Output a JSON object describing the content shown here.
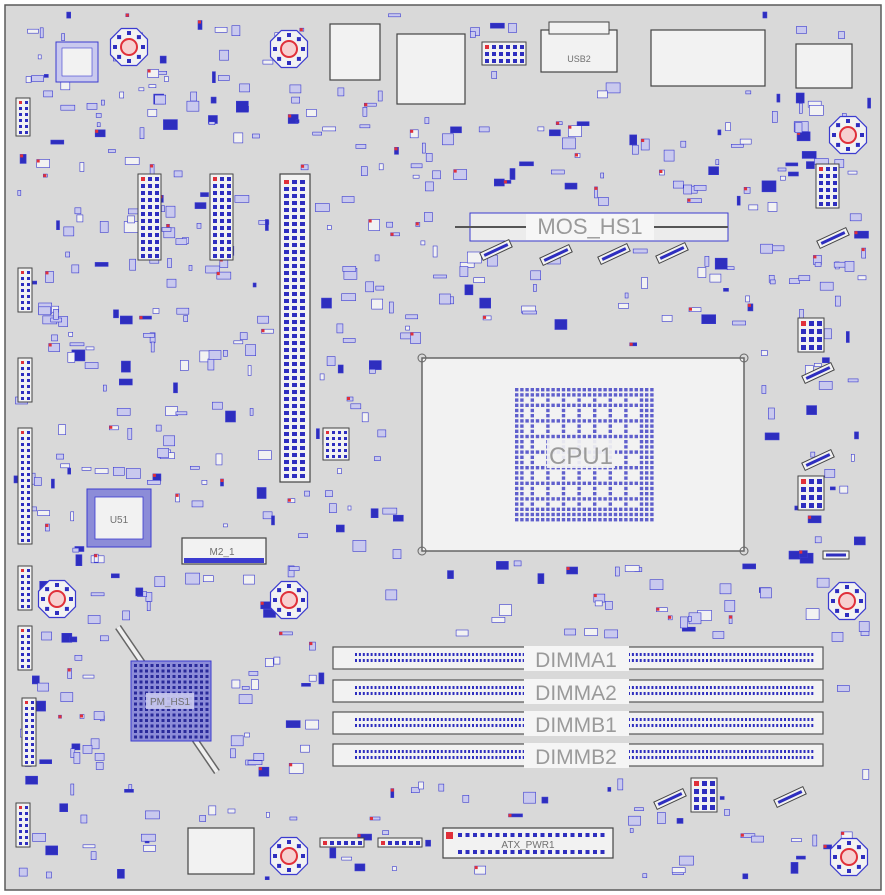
{
  "board": {
    "background": "#d9d9d9",
    "outline": "#5a5a5a",
    "component_fill": "#c9c9ee",
    "component_stroke": "#3b3bd0",
    "pin_color": "#2e2ebf",
    "pin1_color": "#e0303a",
    "socket_fill": "#f2f2f2"
  },
  "labels": {
    "cpu": "CPU1",
    "mos_heatsink": "MOS_HS1",
    "dimm_a1": "DIMMA1",
    "dimm_a2": "DIMMA2",
    "dimm_b1": "DIMMB1",
    "dimm_b2": "DIMMB2",
    "pm_heatsink": "PM_HS1",
    "u51": "U51",
    "m2": "M2_1",
    "atx_power": "ATX_PWR1",
    "usb2": "USB2"
  }
}
